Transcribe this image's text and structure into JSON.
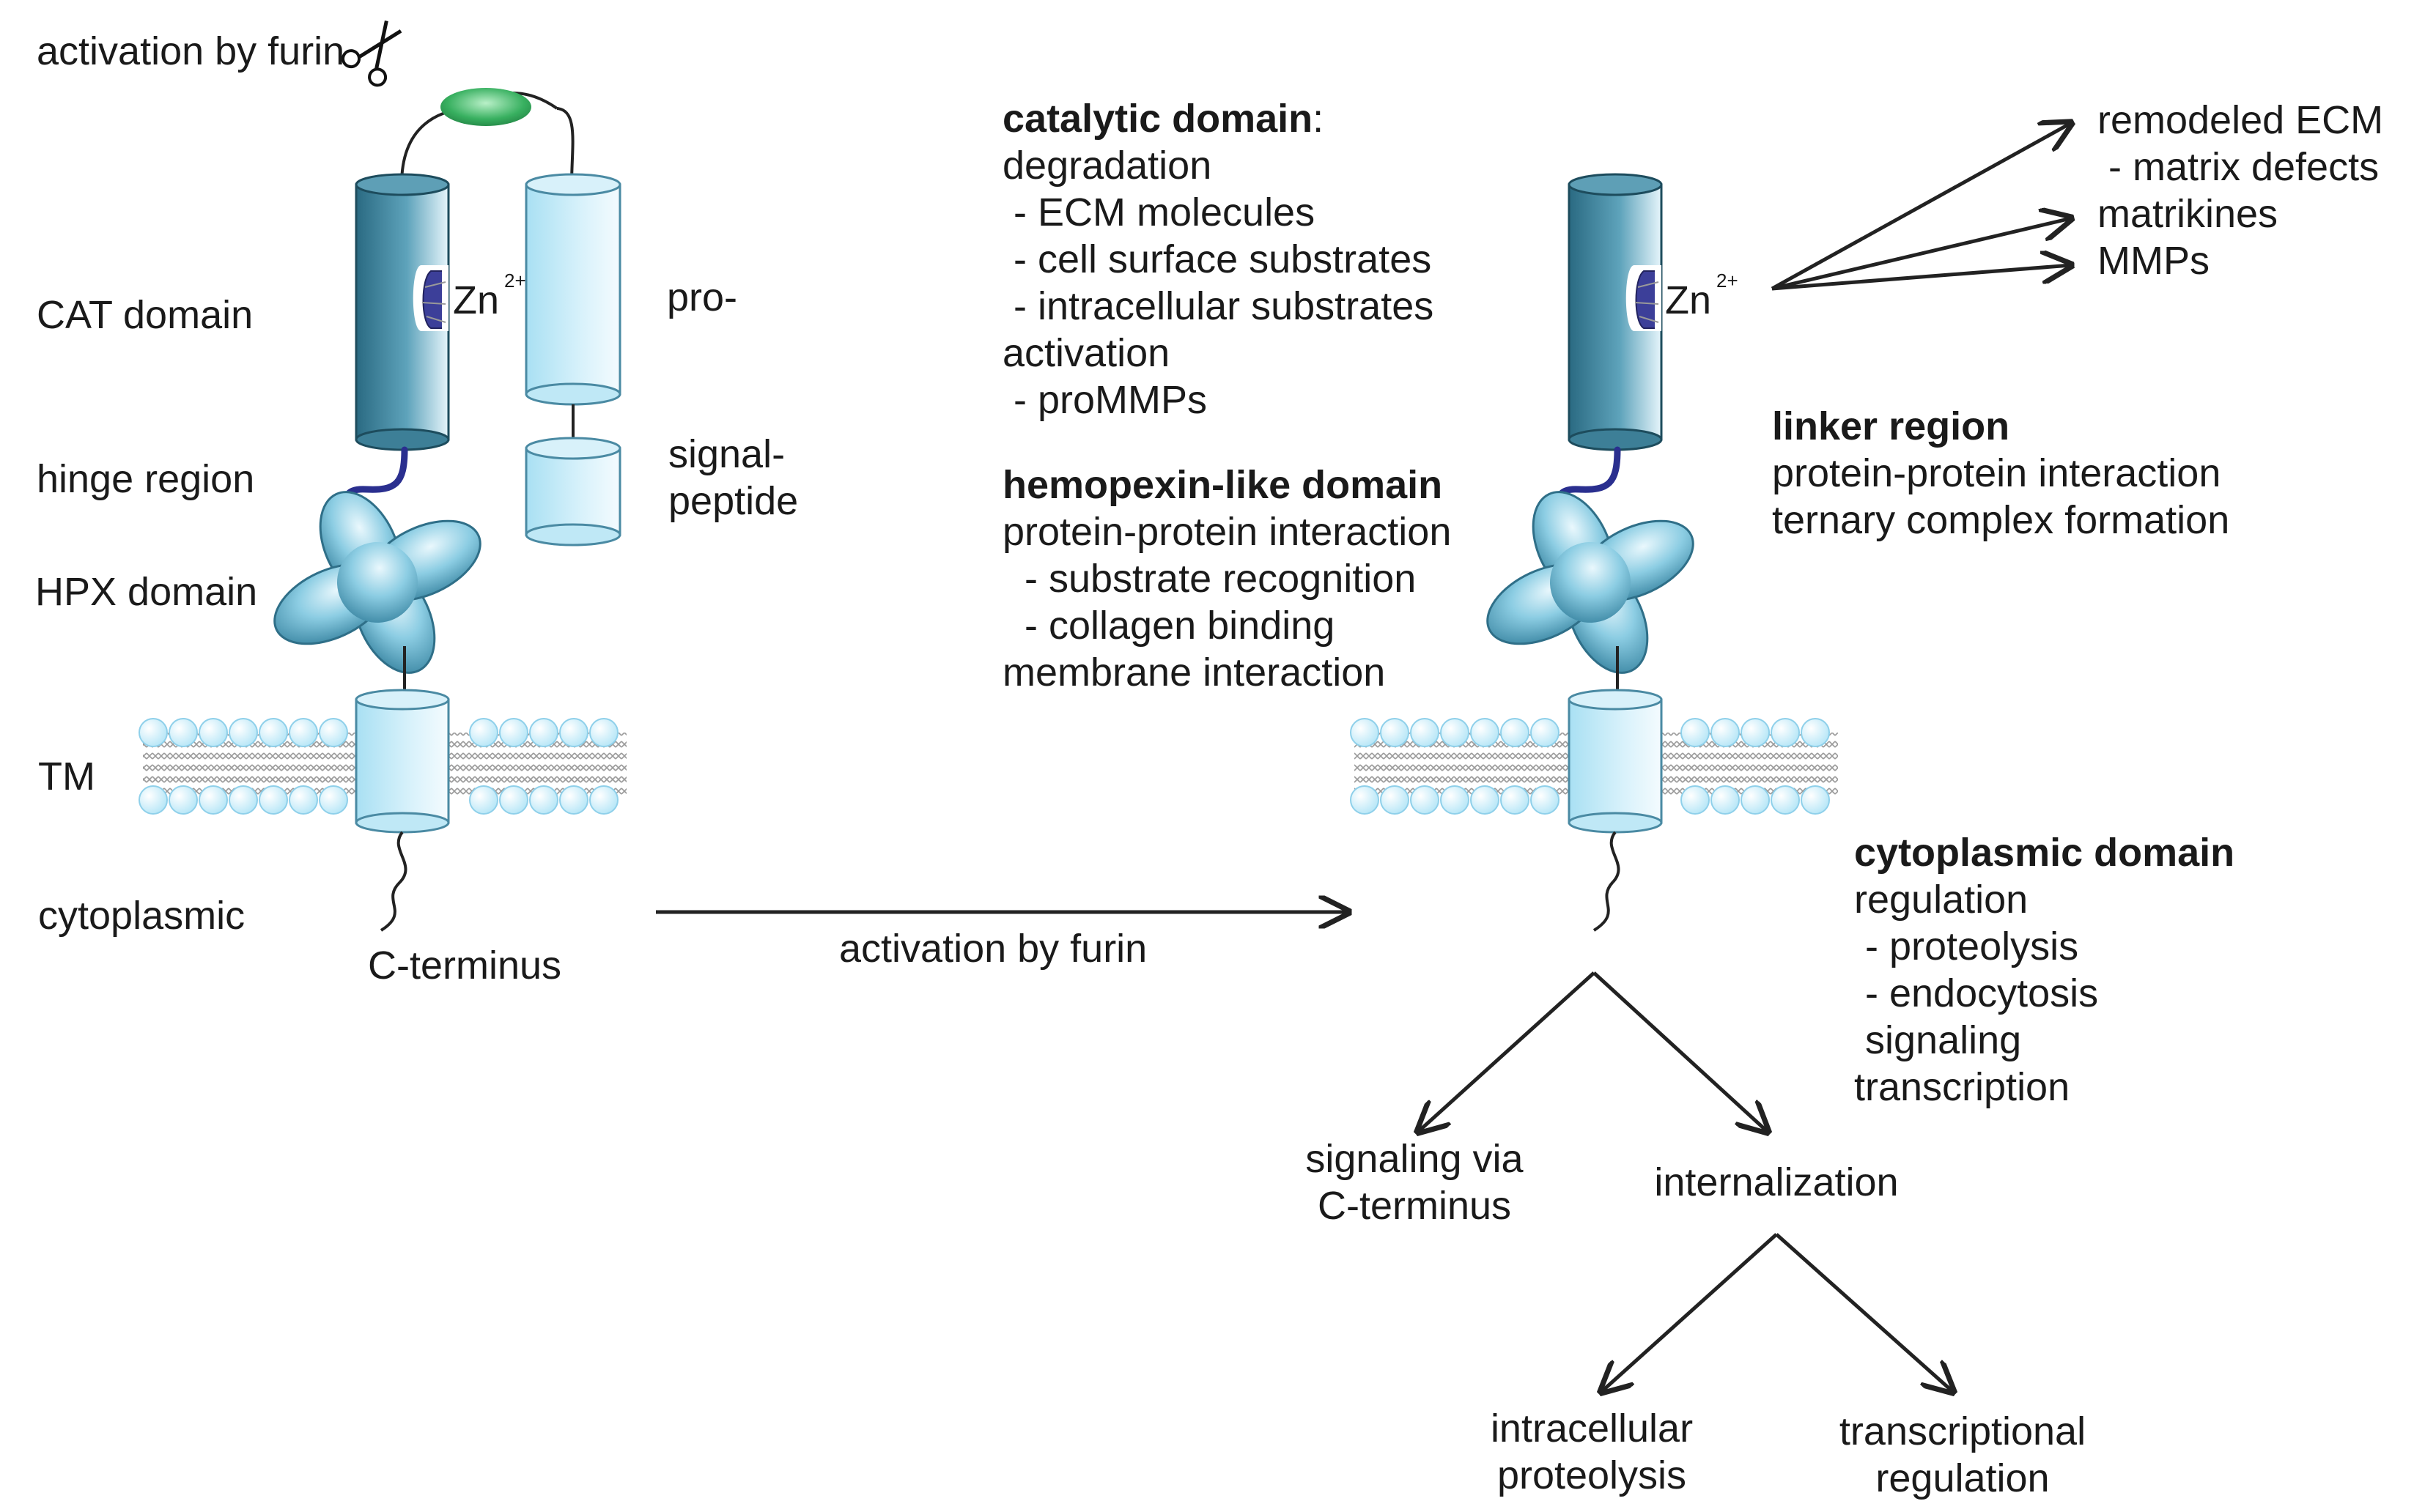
{
  "left": {
    "furin_label": "activation by furin",
    "zn": "Zn",
    "zn_sup": "2+",
    "labels": {
      "cat": "CAT domain",
      "hinge": "hinge region",
      "hpx": "HPX domain",
      "tm": "TM",
      "cyto": "cytoplasmic",
      "pro": "pro-",
      "signal1": "signal-",
      "signal2": "peptide",
      "cterm": "C-terminus"
    }
  },
  "arrow_label": "activation by furin",
  "center": {
    "catalytic_title": "catalytic domain",
    "catalytic_colon": ":",
    "catalytic_lines": [
      "degradation",
      " - ECM molecules",
      " - cell surface substrates",
      " - intracellular substrates",
      "activation",
      " - proMMPs"
    ],
    "hemopexin_title": "hemopexin-like domain",
    "hemopexin_lines": [
      "protein-protein interaction",
      "  - substrate recognition",
      "  - collagen binding",
      "membrane interaction"
    ]
  },
  "right": {
    "zn": "Zn",
    "zn_sup": "2+",
    "outputs": [
      "remodeled ECM",
      " - matrix defects",
      "matrikines",
      "MMPs"
    ],
    "linker_title": "linker region",
    "linker_lines": [
      "protein-protein interaction",
      "ternary complex formation"
    ],
    "cyto_title": "cytoplasmic domain",
    "cyto_lines": [
      "regulation",
      " - proteolysis",
      " - endocytosis",
      " signaling",
      "transcription"
    ],
    "signaling": [
      "signaling via",
      "C-terminus"
    ],
    "internalization": "internalization",
    "intracellular": [
      "intracellular",
      "proteolysis"
    ],
    "transcriptional": [
      "transcriptional",
      "regulation"
    ]
  },
  "colors": {
    "cat_dark": "#2d6f86",
    "cat_light": "#e4f4fa",
    "pro_light": "#c6ecf8",
    "hinge": "#2a2f8f",
    "furin_green": "#3cb060",
    "zn_pocket": "#3c3f99",
    "lipid_head": "#cdeefb"
  }
}
